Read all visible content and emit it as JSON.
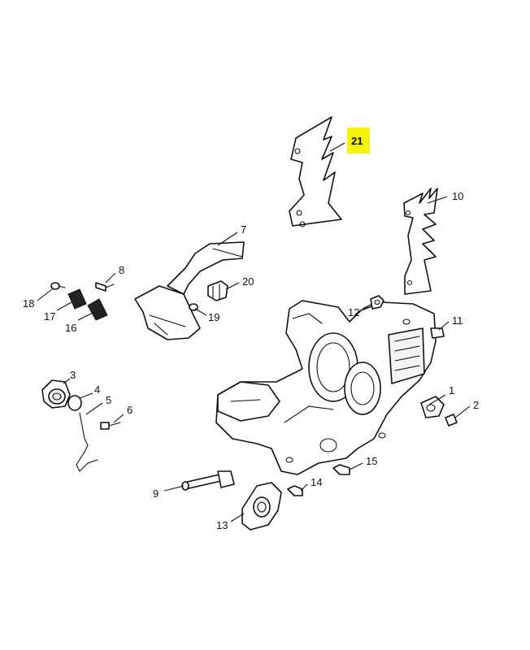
{
  "callouts": [
    {
      "id": "1",
      "label": "1"
    },
    {
      "id": "2",
      "label": "2"
    },
    {
      "id": "3",
      "label": "3"
    },
    {
      "id": "4",
      "label": "4"
    },
    {
      "id": "5",
      "label": "5"
    },
    {
      "id": "6",
      "label": "6"
    },
    {
      "id": "7",
      "label": "7"
    },
    {
      "id": "8",
      "label": "8"
    },
    {
      "id": "9",
      "label": "9"
    },
    {
      "id": "10",
      "label": "10"
    },
    {
      "id": "11",
      "label": "11"
    },
    {
      "id": "12",
      "label": "12"
    },
    {
      "id": "13",
      "label": "13"
    },
    {
      "id": "14",
      "label": "14"
    },
    {
      "id": "15",
      "label": "15"
    },
    {
      "id": "16",
      "label": "16"
    },
    {
      "id": "17",
      "label": "17"
    },
    {
      "id": "18",
      "label": "18"
    },
    {
      "id": "19",
      "label": "19"
    },
    {
      "id": "20",
      "label": "20"
    },
    {
      "id": "21",
      "label": "21"
    }
  ],
  "highlight": {
    "callout": "21",
    "color": "#f7f20a"
  }
}
